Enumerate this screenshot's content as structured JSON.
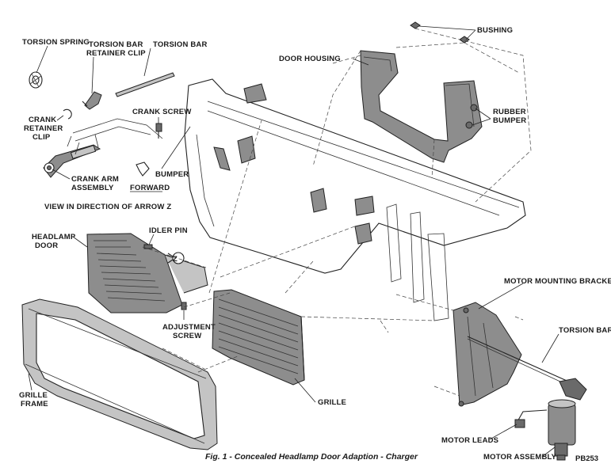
{
  "labels": {
    "torsion_spring": "TORSION SPRING",
    "torsion_bar_retainer_clip_1": "TORSION BAR",
    "torsion_bar_retainer_clip_2": "RETAINER CLIP",
    "torsion_bar_top": "TORSION BAR",
    "crank_retainer_clip_1": "CRANK",
    "crank_retainer_clip_2": "RETAINER",
    "crank_retainer_clip_3": "CLIP",
    "crank_screw": "CRANK SCREW",
    "crank_arm_assembly_1": "CRANK ARM",
    "crank_arm_assembly_2": "ASSEMBLY",
    "forward": "FORWARD",
    "bumper": "BUMPER",
    "view_arrow_z": "VIEW IN DIRECTION OF ARROW Z",
    "door_housing": "DOOR HOUSING",
    "bushing": "BUSHING",
    "rubber_bumper_1": "RUBBER",
    "rubber_bumper_2": "BUMPER",
    "headlamp_door_1": "HEADLAMP",
    "headlamp_door_2": "DOOR",
    "idler_pin": "IDLER PIN",
    "arrow_z_marker": "Z",
    "adjustment_screw_1": "ADJUSTMENT",
    "adjustment_screw_2": "SCREW",
    "motor_mounting_bracket": "MOTOR MOUNTING BRACKET",
    "torsion_bar_right": "TORSION BAR",
    "grille_frame_1": "GRILLE",
    "grille_frame_2": "FRAME",
    "grille": "GRILLE",
    "motor_leads": "MOTOR LEADS",
    "motor_assembly": "MOTOR ASSEMBLY"
  },
  "caption": "Fig. 1 - Concealed Headlamp Door Adaption - Charger",
  "code": "PB253"
}
